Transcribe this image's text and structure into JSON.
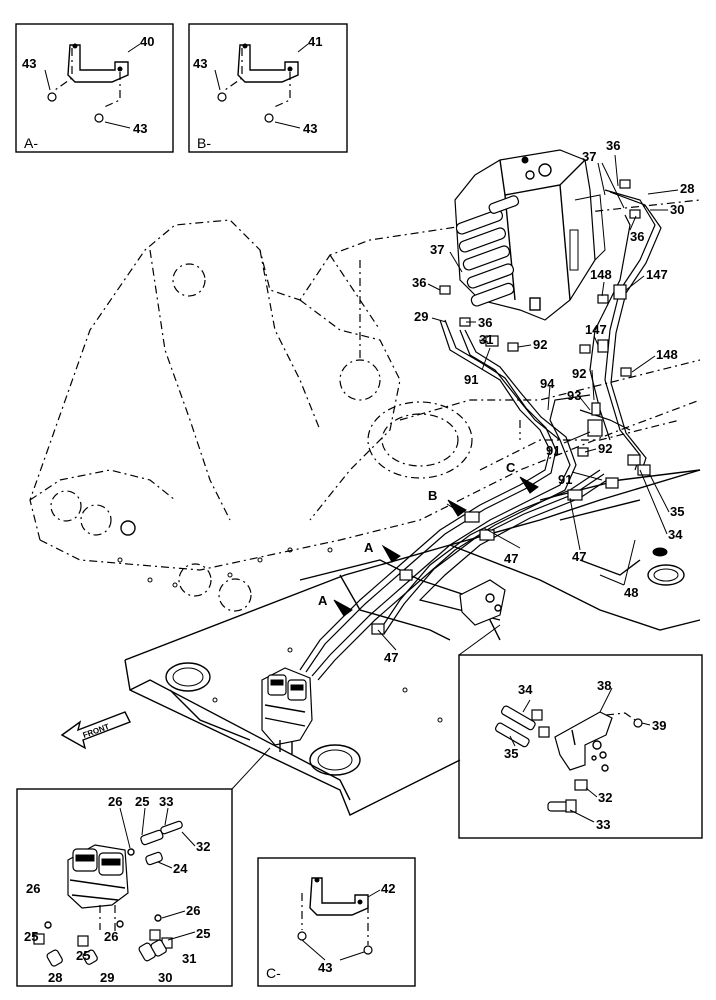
{
  "insets": {
    "a": {
      "caption": "A-",
      "labels": [
        "40",
        "43",
        "43"
      ]
    },
    "b": {
      "caption": "B-",
      "labels": [
        "41",
        "43",
        "43"
      ]
    },
    "c": {
      "caption": "C-",
      "labels": [
        "42",
        "43"
      ]
    }
  },
  "view_markers": {
    "a1": "A",
    "a2": "A",
    "b": "B",
    "c": "C"
  },
  "front_label": "FRONT",
  "callouts": {
    "p36a": "36",
    "p37a": "37",
    "p28": "28",
    "p30": "30",
    "p36b": "36",
    "p37b": "37",
    "p36c": "36",
    "p148a": "148",
    "p147a": "147",
    "p29": "29",
    "p36d": "36",
    "p31": "31",
    "p92a": "92",
    "p147b": "147",
    "p148b": "148",
    "p91a": "91",
    "p92b": "92",
    "p94": "94",
    "p93": "93",
    "p91b": "91",
    "p92c": "92",
    "p91c": "91",
    "p35a": "35",
    "p34a": "34",
    "p47a": "47",
    "p47b": "47",
    "p48": "48",
    "p47c": "47"
  },
  "detail_right": {
    "labels": [
      "38",
      "34",
      "39",
      "35",
      "32",
      "33"
    ]
  },
  "detail_left": {
    "labels": [
      "26",
      "25",
      "33",
      "32",
      "24",
      "26",
      "26",
      "25",
      "25",
      "25",
      "26",
      "28",
      "29",
      "30",
      "31"
    ]
  }
}
